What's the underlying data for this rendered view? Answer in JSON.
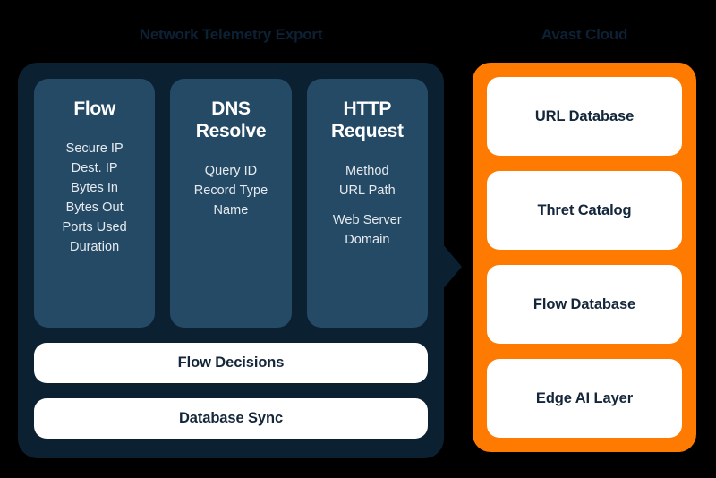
{
  "left_section": {
    "title": "Network Telemetry Export",
    "columns": [
      {
        "title": "Flow",
        "items": [
          {
            "text": "Secure IP",
            "spaced": false
          },
          {
            "text": "Dest. IP",
            "spaced": false
          },
          {
            "text": "Bytes In",
            "spaced": false
          },
          {
            "text": "Bytes Out",
            "spaced": false
          },
          {
            "text": "Ports Used",
            "spaced": false
          },
          {
            "text": "Duration",
            "spaced": false
          }
        ]
      },
      {
        "title": "DNS\nResolve",
        "items": [
          {
            "text": "Query ID",
            "spaced": false
          },
          {
            "text": "Record Type",
            "spaced": false
          },
          {
            "text": "Name",
            "spaced": false
          }
        ]
      },
      {
        "title": "HTTP\nRequest",
        "items": [
          {
            "text": "Method",
            "spaced": false
          },
          {
            "text": "URL Path",
            "spaced": false
          },
          {
            "text": "Web Server\nDomain",
            "spaced": true
          }
        ]
      }
    ],
    "bars": [
      {
        "label": "Flow Decisions"
      },
      {
        "label": "Database Sync"
      }
    ]
  },
  "right_section": {
    "title": "Avast Cloud",
    "cards": [
      {
        "label": "URL Database"
      },
      {
        "label": "Thret Catalog"
      },
      {
        "label": "Flow Database"
      },
      {
        "label": "Edge AI Layer"
      }
    ]
  },
  "colors": {
    "background": "#000000",
    "panel_dark": "#0b2132",
    "column_blue": "#254a66",
    "accent_orange": "#ff7a00",
    "card_white": "#ffffff",
    "text_dark": "#14263a",
    "title_navy": "#0d2135"
  }
}
